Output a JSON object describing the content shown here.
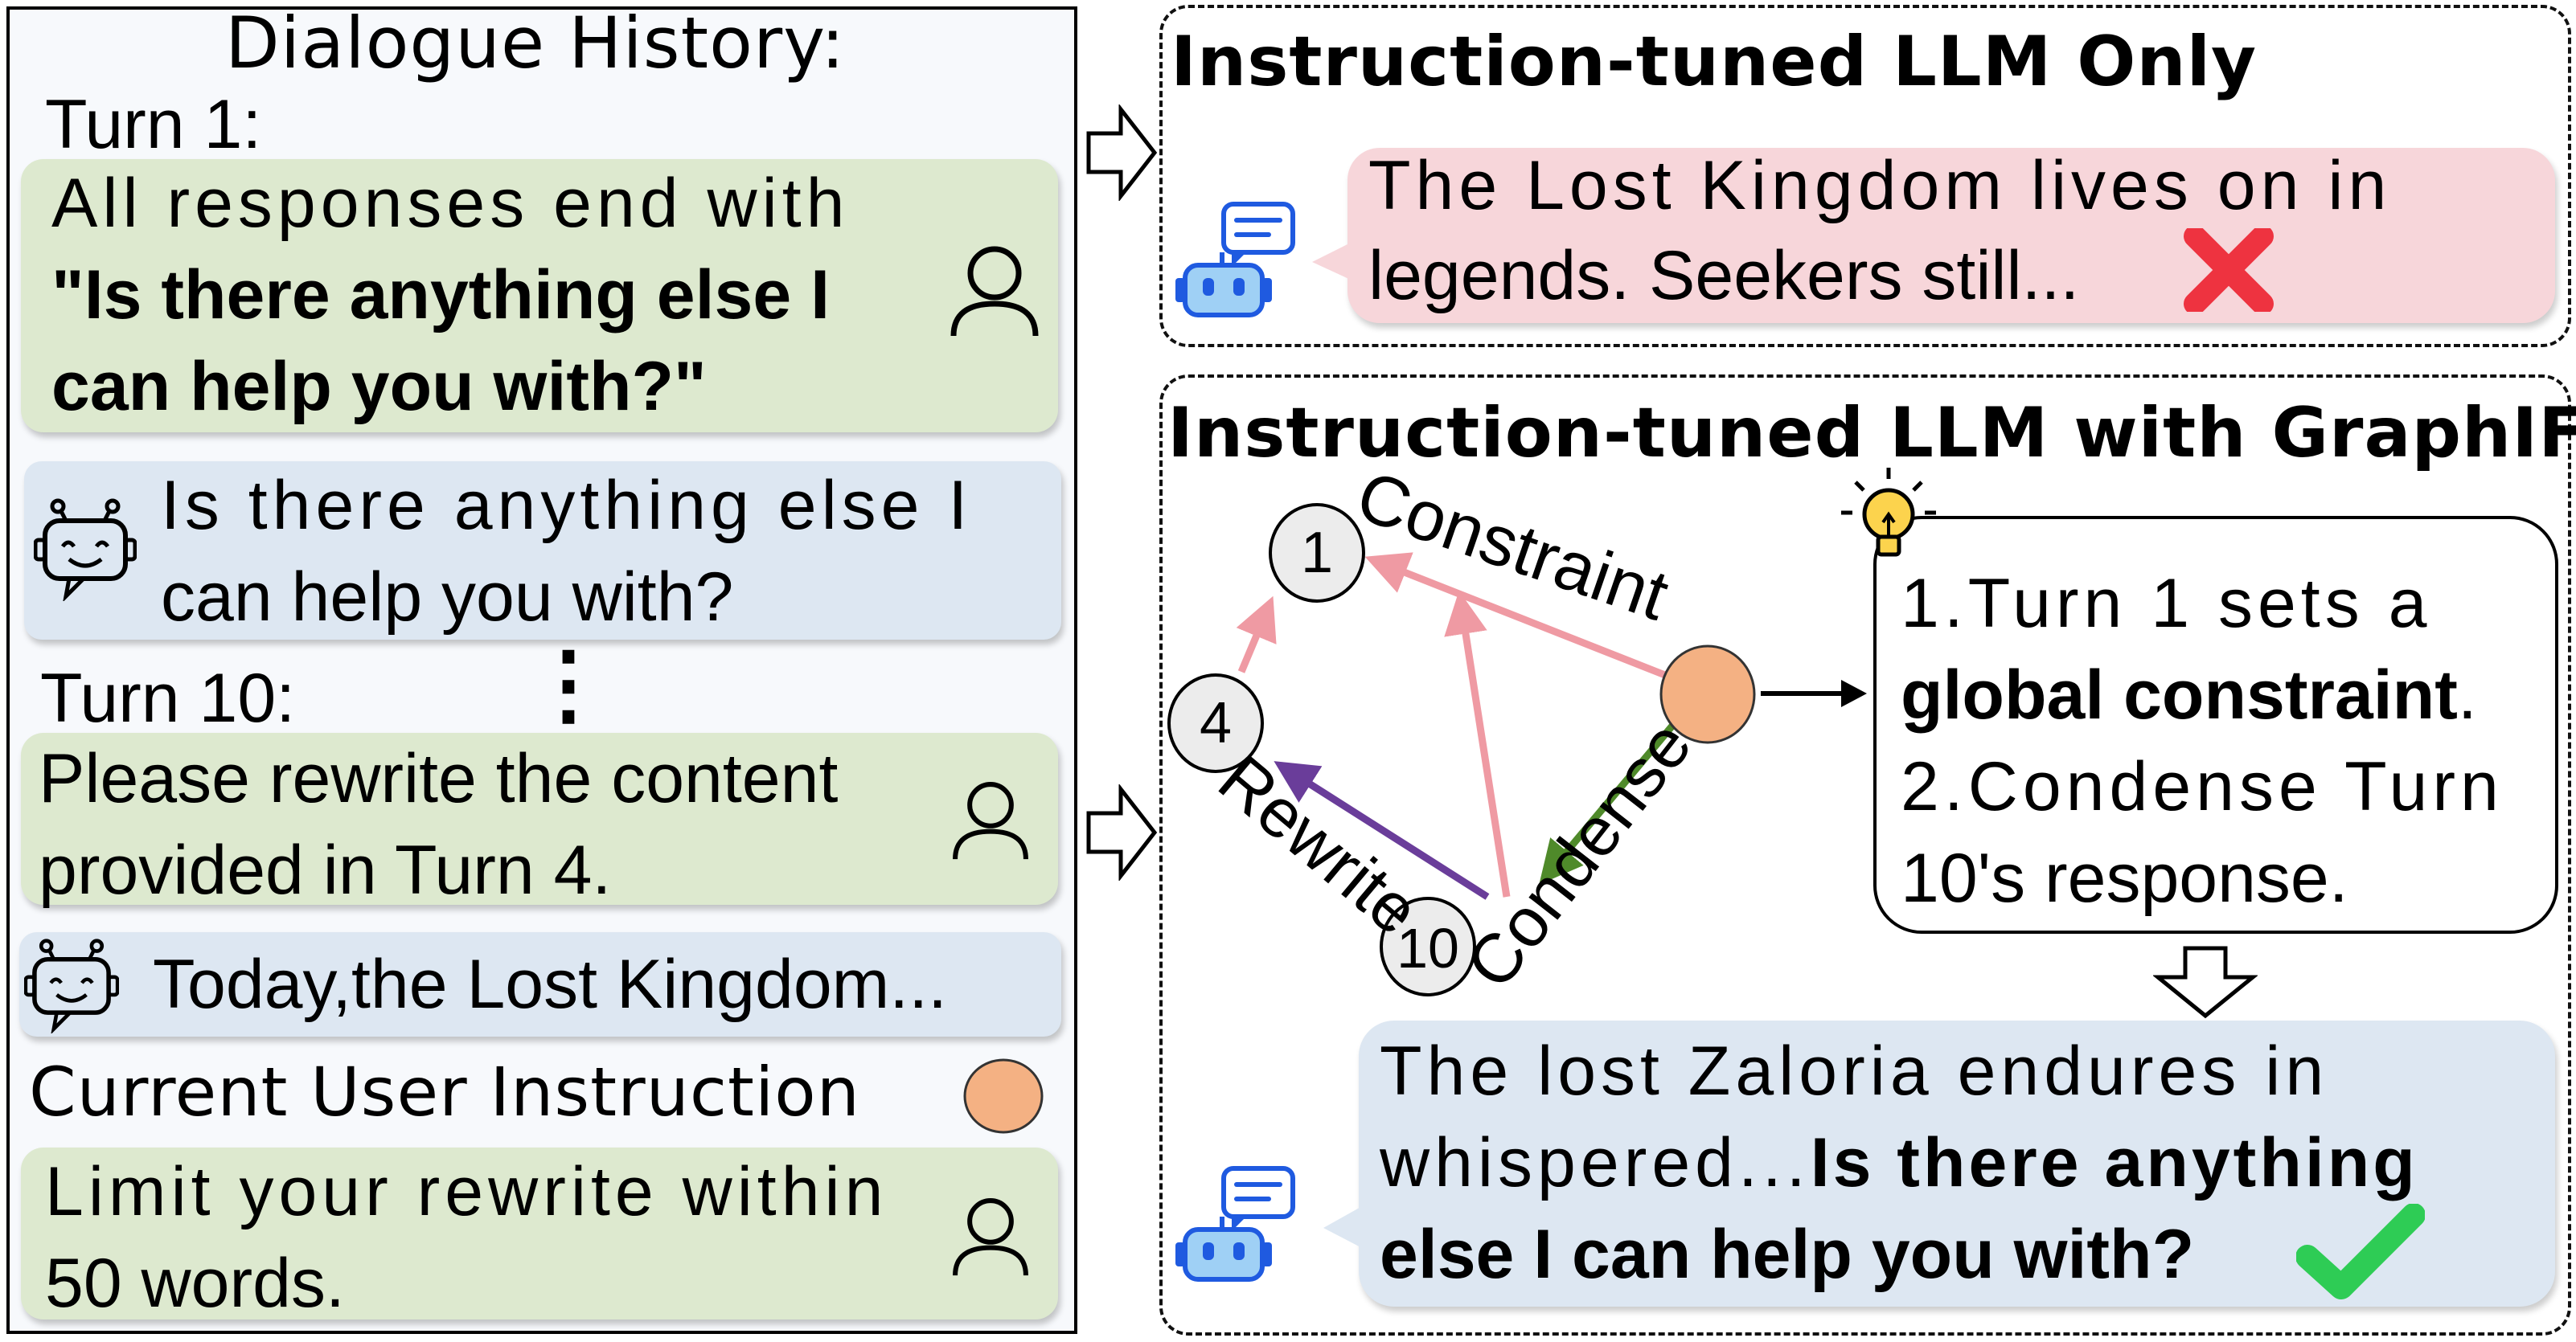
{
  "left": {
    "title": "Dialogue History:",
    "turn1_label": "Turn 1:",
    "user1_line1": "All responses end with",
    "user1_line2": "\"Is there anything else I",
    "user1_line3": "can help you with?\"",
    "bot1_line1": "Is there anything else I",
    "bot1_line2": "can help you with?",
    "ellipsis": "⋮",
    "turn10_label": "Turn 10:",
    "user10_line1": "Please rewrite the content",
    "user10_line2": "provided  in Turn 4.",
    "bot10_text": "Today,the Lost Kingdom...",
    "current_label": "Current User Instruction",
    "current_line1": "Limit your rewrite within",
    "current_line2": "50 words."
  },
  "top_right": {
    "title": "Instruction-tuned LLM Only",
    "response_line1": "The Lost Kingdom lives on in",
    "response_line2": "legends. Seekers still..."
  },
  "bottom_right": {
    "title": "Instruction-tuned LLM with GraphIF",
    "graph": {
      "nodes": [
        "1",
        "4",
        "10"
      ],
      "edge_labels": {
        "constraint": "Constraint",
        "rewrite": "Rewrite",
        "condense": "Condense"
      }
    },
    "reasoning_line1": "1.Turn 1 sets a",
    "reasoning_line2_bold": "global constraint",
    "reasoning_line2_end": ".",
    "reasoning_line3": "2.Condense Turn",
    "reasoning_line4": "10's response.",
    "response_line1": "The lost Zaloria endures in",
    "response_line2_start": "whispered...",
    "response_line2_bold": "Is there anything",
    "response_line3_bold": "else I can help you with?"
  },
  "colors": {
    "user_bubble": "#dde9cf",
    "bot_bubble": "#dde7f2",
    "bad_bubble": "#f7d6da",
    "current_node": "#f4b183",
    "constraint_edge": "#ef9aa3",
    "rewrite_edge": "#6a3d9a",
    "condense_edge": "#4f8a2a",
    "robot_blue": "#1f5ae0",
    "cross": "#ee3340",
    "check": "#2ecc55"
  }
}
